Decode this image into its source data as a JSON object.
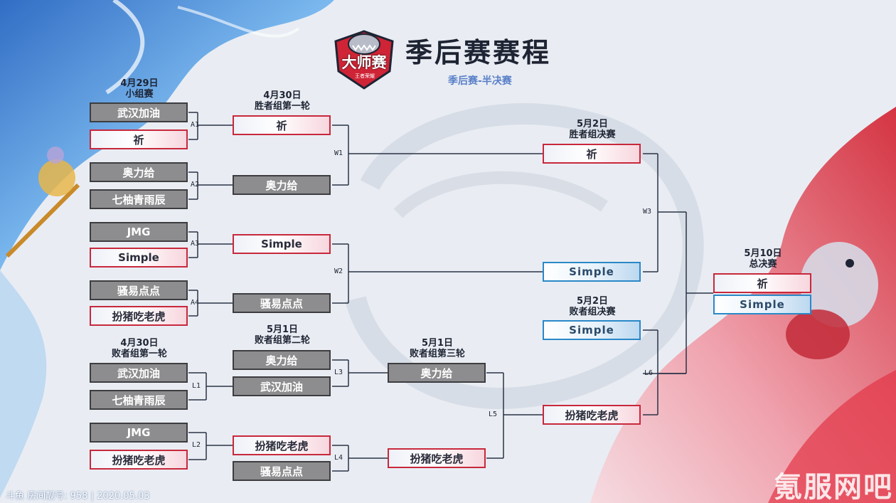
{
  "header": {
    "logo_text": "大师赛",
    "logo_sub": "王者荣耀",
    "title": "季后赛赛程",
    "subtitle": "季后赛-半决赛"
  },
  "rounds": {
    "group": {
      "date": "4月29日",
      "name": "小组赛"
    },
    "upper_r1": {
      "date": "4月30日",
      "name": "胜者组第一轮"
    },
    "upper_final": {
      "date": "5月2日",
      "name": "胜者组决赛"
    },
    "grand_final": {
      "date": "5月10日",
      "name": "总决赛"
    },
    "lower_r1": {
      "date": "4月30日",
      "name": "败者组第一轮"
    },
    "lower_r2": {
      "date": "5月1日",
      "name": "败者组第二轮"
    },
    "lower_r3": {
      "date": "5月1日",
      "name": "败者组第三轮"
    },
    "lower_final": {
      "date": "5月2日",
      "name": "败者组决赛"
    }
  },
  "matches": {
    "A1": [
      "武汉加油",
      "祈"
    ],
    "A2": [
      "奥力给",
      "七柚青雨辰"
    ],
    "A3": [
      "JMG",
      "Simple"
    ],
    "A4": [
      "骚易点点",
      "扮猪吃老虎"
    ],
    "W1": [
      "祈",
      "奥力给"
    ],
    "W2": [
      "Simple",
      "骚易点点"
    ],
    "W3": [
      "祈",
      "Simple"
    ],
    "L1": [
      "武汉加油",
      "七柚青雨辰"
    ],
    "L2": [
      "JMG",
      "扮猪吃老虎"
    ],
    "L3": [
      "奥力给",
      "武汉加油"
    ],
    "L4": [
      "扮猪吃老虎",
      "骚易点点"
    ],
    "L5": [
      "奥力给",
      "扮猪吃老虎"
    ],
    "L6_lower": "Simple",
    "L6_upper_loser": "扮猪吃老虎",
    "final": [
      "祈",
      "Simple"
    ]
  },
  "match_tags": [
    "A1",
    "A2",
    "A3",
    "A4",
    "W1",
    "W2",
    "W3",
    "L1",
    "L2",
    "L3",
    "L4",
    "L5",
    "L6"
  ],
  "footer": "斗鱼 房间靓号: 958 | 2020.05.03",
  "watermark": "氪服网吧",
  "colors": {
    "winner_border": "#c8283c",
    "finalist_border": "#2a88c8",
    "loser_fill": "#8d8d8f"
  }
}
